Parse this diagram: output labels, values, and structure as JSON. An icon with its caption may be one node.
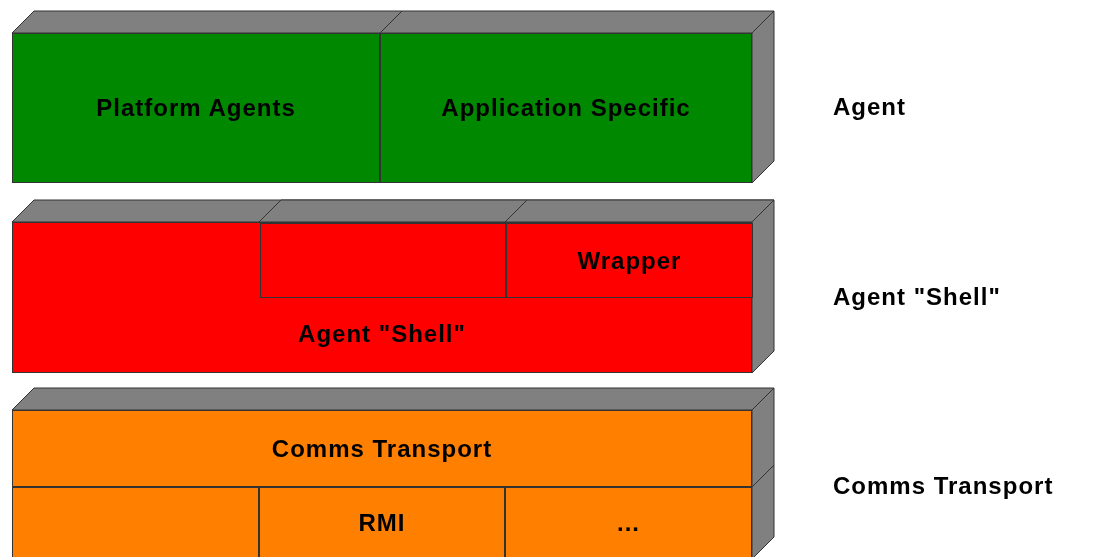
{
  "diagram": {
    "nodes": [
      {
        "text": [
          "Platform Agents"
        ]
      },
      {
        "text": [
          "Application Specific"
        ]
      },
      {
        "text": [
          "Agent \"Shell\""
        ]
      },
      {
        "text": [],
        "shape": "box",
        "in": 2
      },
      {
        "text": [
          "Wrapper"
        ],
        "in": 2
      },
      {
        "text": [
          "Comms Transport"
        ]
      },
      {
        "text": [],
        "shape": "box"
      },
      {
        "text": [
          "RMI"
        ]
      },
      {
        "text": [
          "..."
        ]
      }
    ],
    "labels": [
      "Agent",
      "Agent \"Shell\"",
      "Comms Transport"
    ]
  }
}
